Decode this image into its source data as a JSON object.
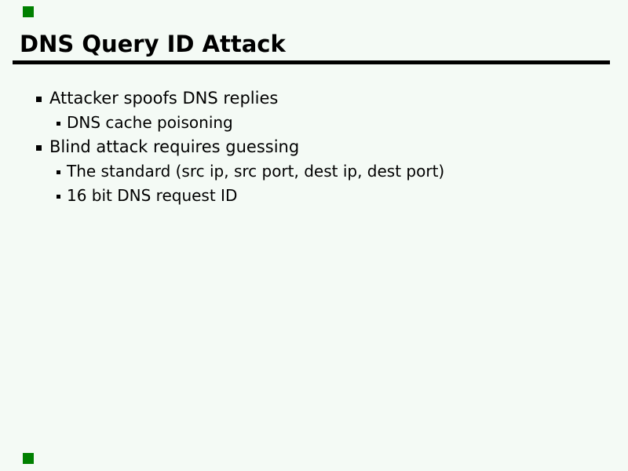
{
  "slide": {
    "title": "DNS Query ID Attack",
    "bullets": [
      {
        "level": 1,
        "text": "Attacker spoofs DNS replies"
      },
      {
        "level": 2,
        "text": "DNS cache poisoning"
      },
      {
        "level": 1,
        "text": "Blind attack requires guessing"
      },
      {
        "level": 2,
        "text": "The standard (src ip, src port, dest ip, dest port)"
      },
      {
        "level": 2,
        "text": "16 bit DNS request ID"
      }
    ]
  },
  "colors": {
    "background": "#f4faf5",
    "text": "#000000",
    "corner_marker_green": "#008000"
  }
}
